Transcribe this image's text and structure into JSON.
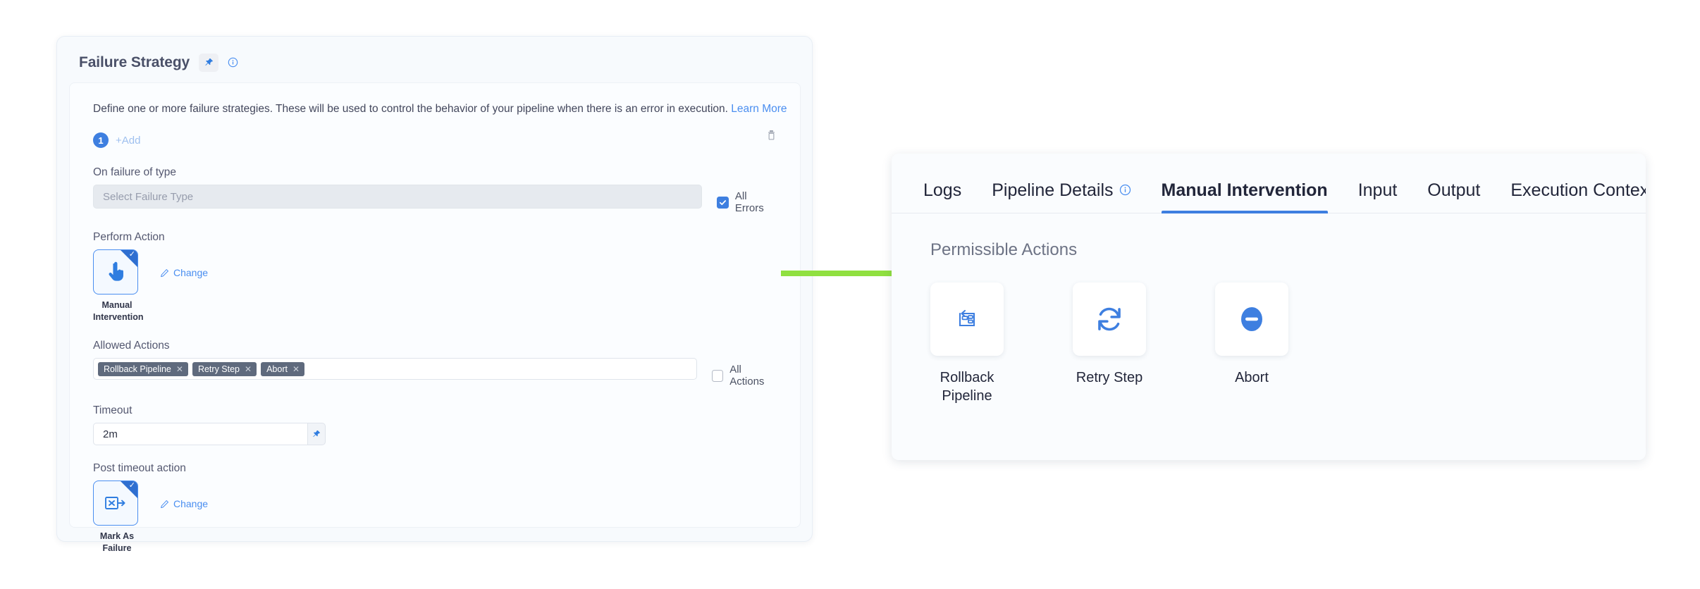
{
  "left_card": {
    "title": "Failure Strategy",
    "pin_icon": "pin-icon",
    "info_icon": "info-circle-icon",
    "description": "Define one or more failure strategies. These will be used to control the behavior of your pipeline when there is an error in execution.",
    "learn_more": "Learn More",
    "strategy_index": "1",
    "add_label": "+Add",
    "delete_icon": "trash-icon",
    "fields": {
      "on_failure_label": "On failure of type",
      "failure_type_placeholder": "Select Failure Type",
      "all_errors_label": "All Errors",
      "all_errors_checked": true,
      "perform_action_label": "Perform Action",
      "perform_action_value": "Manual Intervention",
      "perform_action_icon": "pointing-hand-icon",
      "change_label": "Change",
      "change_icon": "pencil-icon",
      "allowed_actions_label": "Allowed Actions",
      "allowed_actions": [
        "Rollback Pipeline",
        "Retry Step",
        "Abort"
      ],
      "all_actions_label": "All Actions",
      "all_actions_checked": false,
      "timeout_label": "Timeout",
      "timeout_value": "2m",
      "timeout_pin_icon": "pin-icon",
      "post_timeout_label": "Post timeout action",
      "post_timeout_value": "Mark As Failure",
      "post_timeout_icon": "mark-as-failure-icon",
      "post_timeout_change_label": "Change"
    }
  },
  "right_panel": {
    "tabs": [
      {
        "label": "Logs",
        "active": false,
        "icon": null
      },
      {
        "label": "Pipeline Details",
        "active": false,
        "icon": "info-circle-icon"
      },
      {
        "label": "Manual Intervention",
        "active": true,
        "icon": null
      },
      {
        "label": "Input",
        "active": false,
        "icon": null
      },
      {
        "label": "Output",
        "active": false,
        "icon": null
      },
      {
        "label": "Execution Context",
        "active": false,
        "icon": null
      }
    ],
    "section_title": "Permissible Actions",
    "actions": [
      {
        "label": "Rollback Pipeline",
        "icon": "rollback-pipeline-icon"
      },
      {
        "label": "Retry Step",
        "icon": "retry-refresh-icon"
      },
      {
        "label": "Abort",
        "icon": "abort-minus-circle-icon"
      }
    ]
  },
  "annotation": {
    "arrow_icon": "green-arrow-right",
    "arrow_color": "#90E040"
  },
  "colors": {
    "accent_blue": "#3e7fe0",
    "link_blue": "#4a8ef0",
    "tag_slate": "#5f6a7d",
    "arrow_green": "#90E040"
  }
}
